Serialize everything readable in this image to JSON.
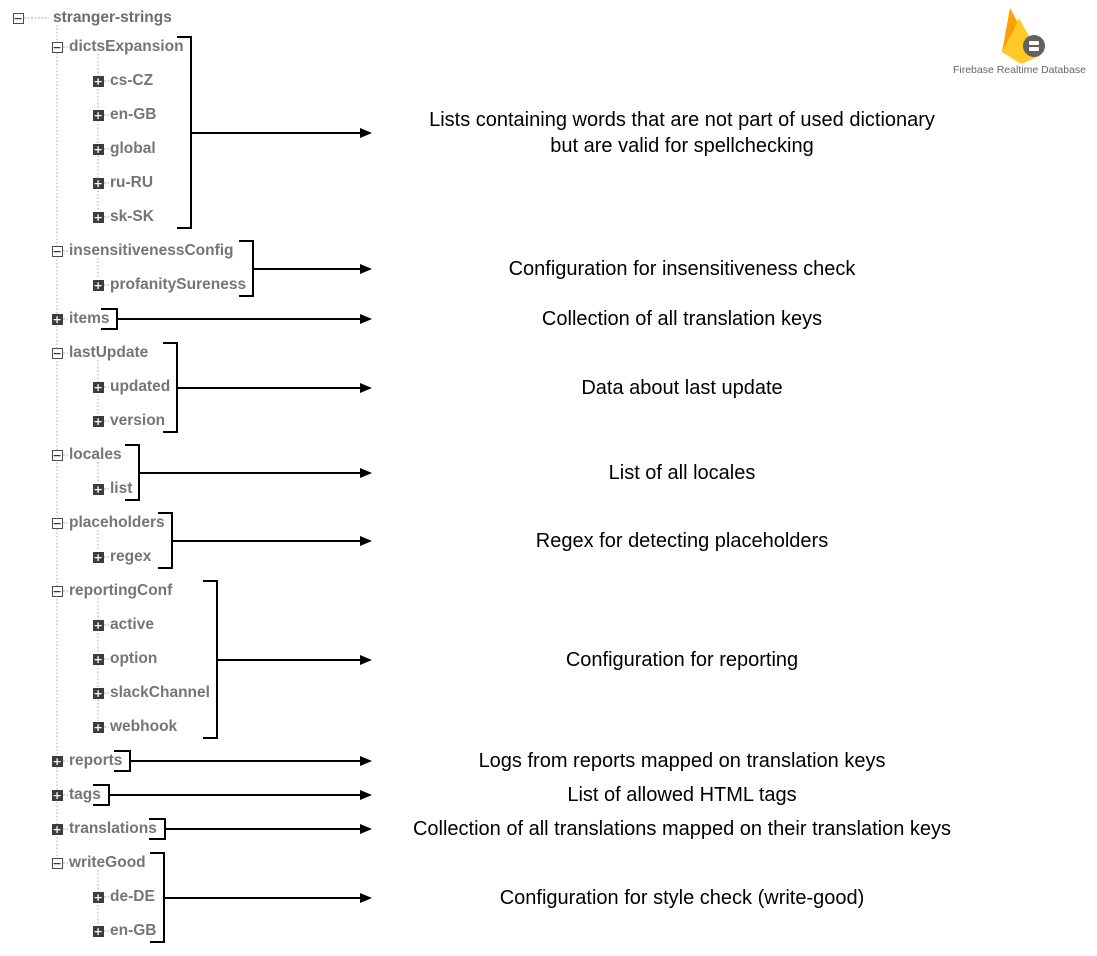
{
  "root": "stranger-strings",
  "nodes": [
    {
      "key": "dictsExpansion",
      "children": [
        "cs-CZ",
        "en-GB",
        "global",
        "ru-RU",
        "sk-SK"
      ]
    },
    {
      "key": "insensitivenessConfig",
      "children": [
        "profanitySureness"
      ]
    },
    {
      "key": "items",
      "children": []
    },
    {
      "key": "lastUpdate",
      "children": [
        "updated",
        "version"
      ]
    },
    {
      "key": "locales",
      "children": [
        "list"
      ]
    },
    {
      "key": "placeholders",
      "children": [
        "regex"
      ]
    },
    {
      "key": "reportingConf",
      "children": [
        "active",
        "option",
        "slackChannel",
        "webhook"
      ]
    },
    {
      "key": "reports",
      "children": []
    },
    {
      "key": "tags",
      "children": []
    },
    {
      "key": "translations",
      "children": []
    },
    {
      "key": "writeGood",
      "children": [
        "de-DE",
        "en-GB"
      ]
    }
  ],
  "annotations": [
    {
      "node": "dictsExpansion",
      "lines": [
        "Lists containing words that are not part of used dictionary",
        "but are valid for spellchecking"
      ]
    },
    {
      "node": "insensitivenessConfig",
      "lines": [
        "Configuration for insensitiveness check"
      ]
    },
    {
      "node": "items",
      "lines": [
        "Collection of all translation keys"
      ]
    },
    {
      "node": "lastUpdate",
      "lines": [
        "Data about last update"
      ]
    },
    {
      "node": "locales",
      "lines": [
        "List of all locales"
      ]
    },
    {
      "node": "placeholders",
      "lines": [
        "Regex for detecting placeholders"
      ]
    },
    {
      "node": "reportingConf",
      "lines": [
        "Configuration for reporting"
      ]
    },
    {
      "node": "reports",
      "lines": [
        "Logs from reports mapped on translation keys"
      ]
    },
    {
      "node": "tags",
      "lines": [
        "List of allowed HTML tags"
      ]
    },
    {
      "node": "translations",
      "lines": [
        "Collection of all translations mapped on their translation keys"
      ]
    },
    {
      "node": "writeGood",
      "lines": [
        "Configuration for style check (write-good)"
      ]
    }
  ],
  "logo": {
    "label": "Firebase Realtime Database",
    "icon": "firebase-flame-icon"
  },
  "colors": {
    "tree_text": "#757575",
    "connector": "#aaaaaa",
    "bracket": "#000000",
    "description": "#000000",
    "flame_orange": "#F57C00",
    "flame_yellow": "#FFCA28",
    "flame_amber": "#FFA000",
    "badge": "#616161"
  }
}
